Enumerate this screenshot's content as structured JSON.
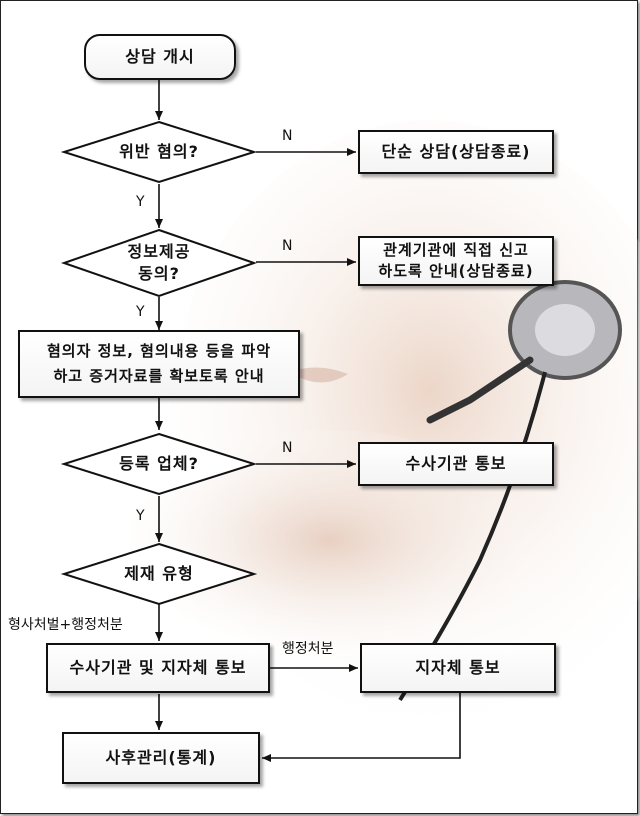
{
  "nodes": {
    "start": "상담 개시",
    "d_violation": "위반 혐의?",
    "simple_consult": "단순 상담(상담종료)",
    "d_consent_l1": "정보제공",
    "d_consent_l2": "동의?",
    "direct_report_l1": "관계기관에 직접 신고",
    "direct_report_l2": "하도록 안내(상담종료)",
    "collect_l1": "혐의자 정보, 혐의내용 등을 파악",
    "collect_l2": "하고 증거자료를 확보토록 안내",
    "d_registered": "등록 업체?",
    "notify_police": "수사기관 통보",
    "d_sanction": "제재 유형",
    "notify_both": "수사기관 및 지자체 통보",
    "notify_local": "지자체 통보",
    "aftercare": "사후관리(통계)"
  },
  "edge_labels": {
    "violation_no": "N",
    "violation_yes": "Y",
    "consent_no": "N",
    "consent_yes": "Y",
    "registered_no": "N",
    "registered_yes": "Y",
    "criminal_admin": "형사처벌+행정처분",
    "admin_only": "행정처분"
  },
  "colors": {
    "line": "#111111",
    "box_border": "#111111",
    "skin": "#e9d2c3"
  }
}
